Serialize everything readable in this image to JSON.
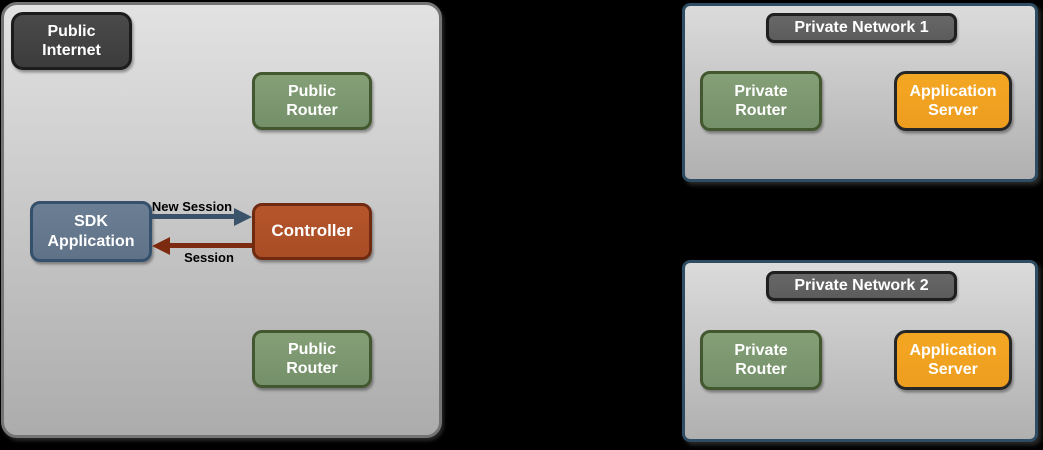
{
  "background_color": "#000000",
  "colors": {
    "panel_fill_top": "#e2e2e2",
    "panel_fill_bottom": "#acacac",
    "public_panel_border": "#747474",
    "network_panel_border": "#2e4d63",
    "dark_node_fill": "#424242",
    "dark_node_border": "#1c1c1c",
    "green_node_fill": "#7d9770",
    "green_node_border": "#44582f",
    "slate_node_fill": "#64778c",
    "slate_node_border": "#35506b",
    "rust_node_fill": "#b05128",
    "rust_node_border": "#6f2a10",
    "orange_node_fill": "#f0a125",
    "orange_node_border": "#272727",
    "title_node_fill": "#616161",
    "title_node_border": "#1f1f1f",
    "arrow_blue": "#3a536b",
    "arrow_red": "#7d2b10",
    "node_text": "#ffffff",
    "arrow_label_text": "#000000"
  },
  "public_internet": {
    "label": "Public\nInternet",
    "public_router_top": "Public\nRouter",
    "sdk_application": "SDK\nApplication",
    "controller": "Controller",
    "public_router_bottom": "Public\nRouter",
    "arrow_new_session": "New Session",
    "arrow_session": "Session"
  },
  "private_networks": [
    {
      "title": "Private Network 1",
      "private_router": "Private\nRouter",
      "application_server": "Application\nServer"
    },
    {
      "title": "Private Network 2",
      "private_router": "Private\nRouter",
      "application_server": "Application\nServer"
    }
  ]
}
